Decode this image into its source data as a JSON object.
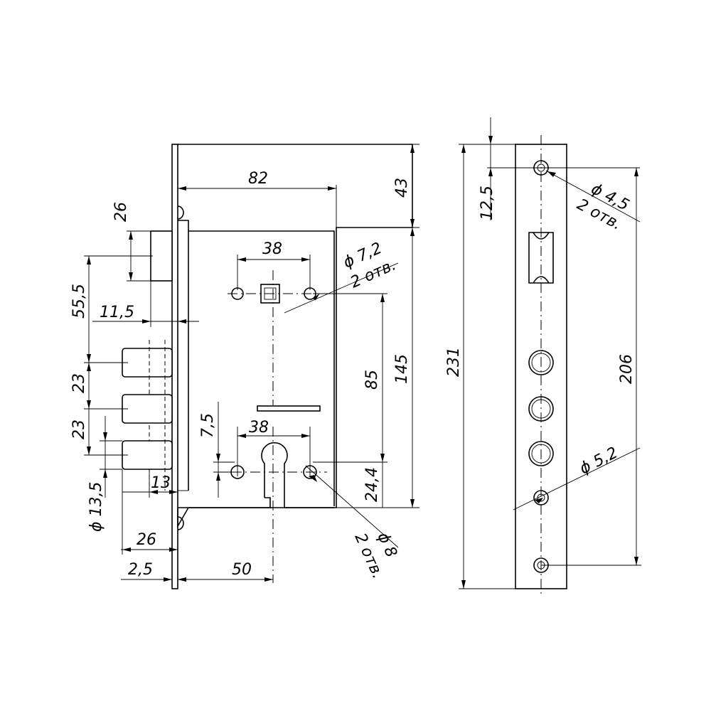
{
  "dimensions": {
    "d82": "82",
    "d43": "43",
    "d26_top": "26",
    "d55_5": "55,5",
    "d11_5": "11,5",
    "d38_top": "38",
    "d7_2_hole": "ϕ 7,2",
    "d7_2_count": "2 отв.",
    "d145": "145",
    "d85": "85",
    "d23_a": "23",
    "d23_b": "23",
    "d7_5": "7,5",
    "d38_bottom": "38",
    "d13_5": "ϕ 13,5",
    "d13": "13",
    "d24_4": "24,4",
    "d26_bottom": "26",
    "d2_5": "2,5",
    "d50": "50",
    "d8_hole": "ϕ 8",
    "d8_count": "2 отв.",
    "d231": "231",
    "d12_5": "12,5",
    "d4_5_hole": "ϕ 4,5",
    "d4_5_count": "2 отв.",
    "d206": "206",
    "d5_2_hole": "ϕ 5,2"
  }
}
